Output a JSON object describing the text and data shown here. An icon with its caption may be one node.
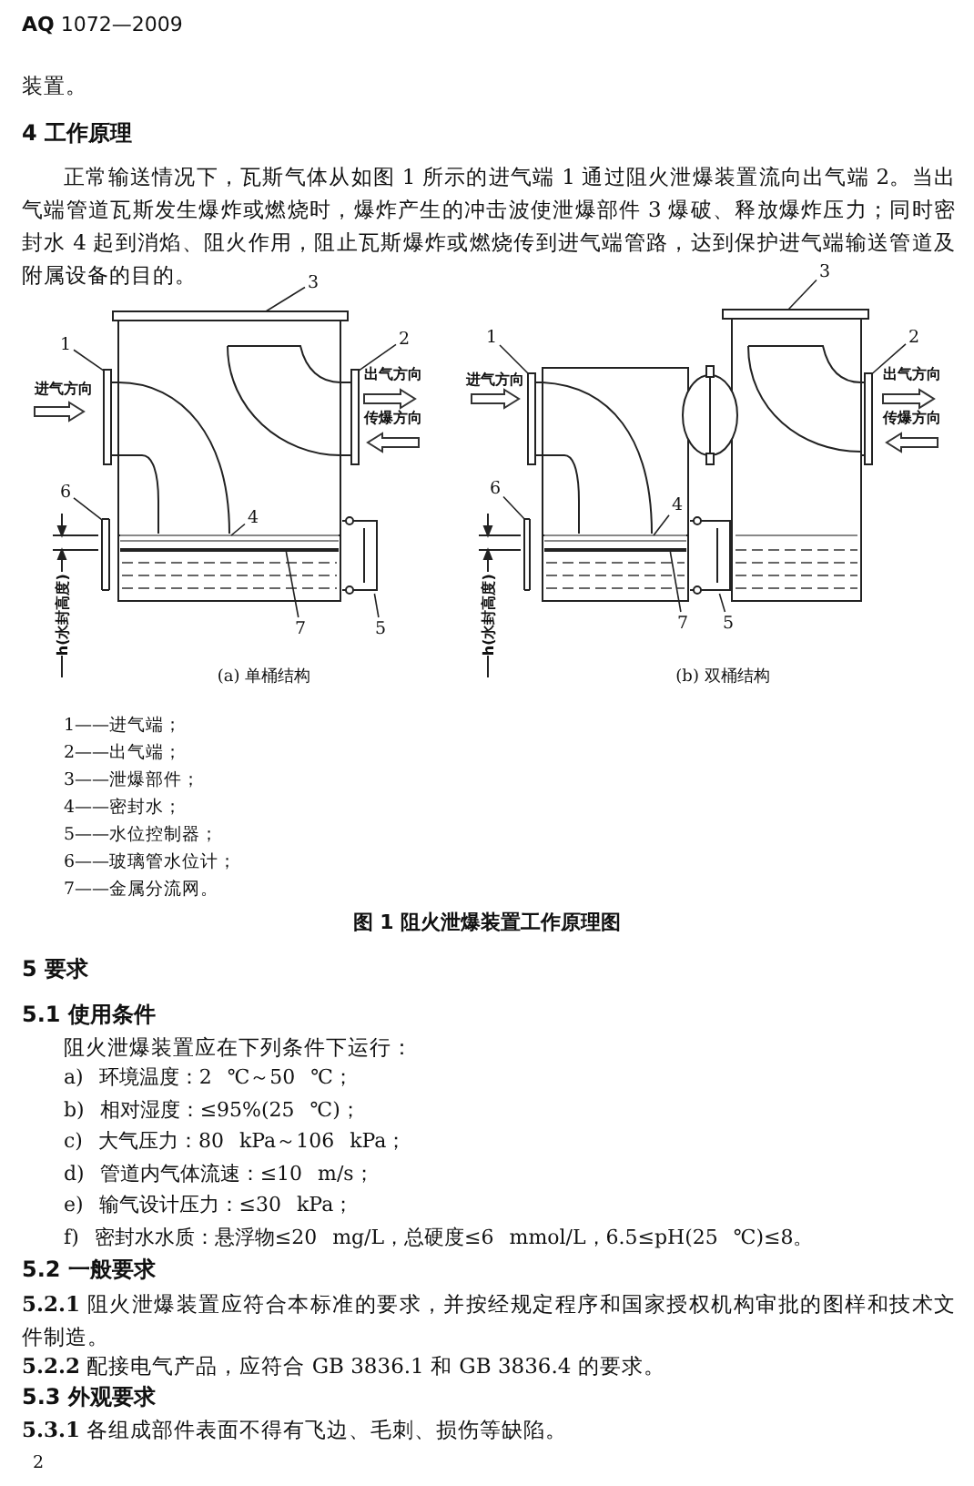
{
  "diagram": {
    "caption": "图 1 阻火泄爆装置工作原理图",
    "nodes": [
      {
        "text": [
          "3"
        ]
      },
      {
        "text": [
          "1"
        ]
      },
      {
        "text": [
          "2"
        ]
      },
      {
        "text": [
          "6"
        ]
      },
      {
        "text": [
          "4"
        ]
      },
      {
        "text": [
          "7"
        ]
      },
      {
        "text": [
          "5"
        ]
      },
      {
        "text": [
          "3"
        ]
      },
      {
        "text": [
          "1"
        ]
      },
      {
        "text": [
          "2"
        ]
      },
      {
        "text": [
          "6"
        ]
      },
      {
        "text": [
          "4"
        ]
      },
      {
        "text": [
          "7"
        ]
      },
      {
        "text": [
          "5"
        ]
      },
      {
        "text": [],
        "shape": "bar"
      },
      {
        "text": [],
        "shape": "bar"
      },
      {
        "text": [],
        "shape": "bar"
      },
      {
        "text": [],
        "shape": "bar"
      },
      {
        "text": [],
        "shape": "box"
      },
      {
        "text": [],
        "shape": "bar",
        "in": 18
      },
      {
        "text": [],
        "shape": "picture"
      },
      {
        "text": [],
        "shape": "bar"
      },
      {
        "text": [],
        "shape": "bar"
      },
      {
        "text": [],
        "shape": "bar"
      },
      {
        "text": [],
        "shape": "bar"
      },
      {
        "text": [],
        "shape": "box"
      },
      {
        "text": [],
        "shape": "bar",
        "in": 25
      },
      {
        "text": [],
        "shape": "picture"
      }
    ],
    "edges": [
      {
        "from": 0,
        "to": 14,
        "arrow": "none"
      },
      {
        "from": 1,
        "to": 15,
        "arrow": "none"
      },
      {
        "from": 2,
        "to": 16,
        "arrow": "none"
      },
      {
        "from": 3,
        "to": 17,
        "arrow": "none"
      },
      {
        "from": 4,
        "to": 18,
        "arrow": "none"
      },
      {
        "from": 5,
        "to": 19,
        "arrow": "none"
      },
      {
        "from": 6,
        "to": 20,
        "arrow": "none"
      },
      {
        "from": 7,
        "to": 21,
        "arrow": "none"
      },
      {
        "from": 8,
        "to": 22,
        "arrow": "none"
      },
      {
        "from": 9,
        "to": 23,
        "arrow": "none"
      },
      {
        "from": 10,
        "to": 24,
        "arrow": "none"
      },
      {
        "from": 11,
        "to": 25,
        "arrow": "none"
      },
      {
        "from": 12,
        "to": 26,
        "arrow": "none"
      },
      {
        "from": 13,
        "to": 27,
        "arrow": "none"
      }
    ],
    "labels": [
      "**AQ** 1072—2009",
      "装置。",
      "4 工作原理",
      "正常输送情况下，瓦斯气体从如图 1 所示的进气端 1 通过阻火泄爆装置流向出气端 2。当出气端管道瓦斯发生爆炸或燃烧时，爆炸产生的冲击波使泄爆部件 3 爆破、释放爆炸压力；同时密封水 4 起到消焰、阻火作用，阻止瓦斯爆炸或燃烧传到进气端管路，达到保护进气端输送管道及附属设备的目的。",
      "进气方向",
      "出气方向",
      "传爆方向",
      "h(水封高度)",
      "(a) 单桶结构",
      "进气方向",
      "出气方向",
      "传爆方向",
      "h(水封高度)",
      "(b) 双桶结构",
      "1——进气端；",
      "2——出气端；",
      "3——泄爆部件；",
      "4——密封水；",
      "5——水位控制器；",
      "6——玻璃管水位计；",
      "7——金属分流网。",
      "5 要求",
      "5.1 使用条件",
      "阻火泄爆装置应在下列条件下运行：",
      "a) 环境温度：2 ℃～50 ℃；",
      "b) 相对湿度：≤95%(25 ℃)；",
      "c) 大气压力：80 kPa～106 kPa；",
      "d) 管道内气体流速：≤10 m/s；",
      "e) 输气设计压力：≤30 kPa；",
      "f) 密封水水质：悬浮物≤20 mg/L，总硬度≤6 mmol/L，6.5≤pH(25 ℃)≤8。",
      "5.2 一般要求",
      "**5.2.1** 阻火泄爆装置应符合本标准的要求，并按经规定程序和国家授权机构审批的图样和技术文件制造。",
      "**5.2.2** 配接电气产品，应符合 GB 3836.1 和 GB 3836.4 的要求。",
      "5.3 外观要求",
      "**5.3.1** 各组成部件表面不得有飞边、毛刺、损伤等缺陷。",
      "2"
    ]
  }
}
